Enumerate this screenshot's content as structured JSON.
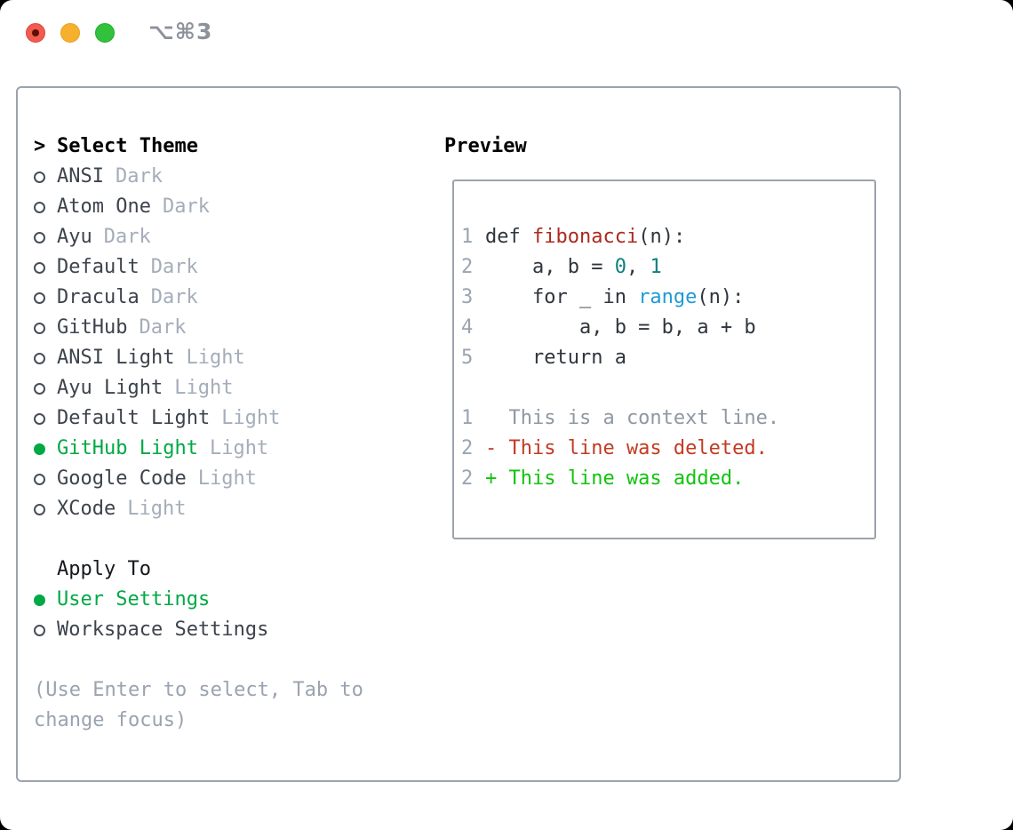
{
  "window": {
    "title": "⌥⌘3",
    "traffic_lights": {
      "close": "close-button",
      "minimize": "minimize-button",
      "zoom": "zoom-button"
    }
  },
  "theme_panel": {
    "header_marker": ">",
    "header_label": "Select Theme",
    "themes": [
      {
        "name": "ANSI",
        "tag": "Dark",
        "selected": false
      },
      {
        "name": "Atom One",
        "tag": "Dark",
        "selected": false
      },
      {
        "name": "Ayu",
        "tag": "Dark",
        "selected": false
      },
      {
        "name": "Default",
        "tag": "Dark",
        "selected": false
      },
      {
        "name": "Dracula",
        "tag": "Dark",
        "selected": false
      },
      {
        "name": "GitHub",
        "tag": "Dark",
        "selected": false
      },
      {
        "name": "ANSI Light",
        "tag": "Light",
        "selected": false
      },
      {
        "name": "Ayu Light",
        "tag": "Light",
        "selected": false
      },
      {
        "name": "Default Light",
        "tag": "Light",
        "selected": false
      },
      {
        "name": "GitHub Light",
        "tag": "Light",
        "selected": true
      },
      {
        "name": "Google Code",
        "tag": "Light",
        "selected": false
      },
      {
        "name": "XCode",
        "tag": "Light",
        "selected": false
      }
    ],
    "apply_to": {
      "label": "Apply To",
      "options": [
        {
          "name": "User Settings",
          "selected": true
        },
        {
          "name": "Workspace Settings",
          "selected": false
        }
      ]
    },
    "hint": "(Use Enter to select, Tab to change focus)"
  },
  "preview": {
    "label": "Preview",
    "lines": [
      {
        "num": "1",
        "tokens": [
          {
            "text": "def ",
            "style": "default"
          },
          {
            "text": "fibonacci",
            "style": "function"
          },
          {
            "text": "(n):",
            "style": "default"
          }
        ]
      },
      {
        "num": "2",
        "tokens": [
          {
            "text": "    a, b = ",
            "style": "default"
          },
          {
            "text": "0",
            "style": "number"
          },
          {
            "text": ", ",
            "style": "default"
          },
          {
            "text": "1",
            "style": "number"
          }
        ]
      },
      {
        "num": "3",
        "tokens": [
          {
            "text": "    for _ in ",
            "style": "default"
          },
          {
            "text": "range",
            "style": "builtin"
          },
          {
            "text": "(n):",
            "style": "default"
          }
        ]
      },
      {
        "num": "4",
        "tokens": [
          {
            "text": "        a, b = b, a + b",
            "style": "default"
          }
        ]
      },
      {
        "num": "5",
        "tokens": [
          {
            "text": "    return a",
            "style": "default"
          }
        ]
      },
      {
        "num": "",
        "tokens": []
      },
      {
        "num": "1",
        "tokens": [
          {
            "text": "  This is a context line.",
            "style": "context"
          }
        ]
      },
      {
        "num": "2",
        "tokens": [
          {
            "text": "- This line was deleted.",
            "style": "deleted"
          }
        ]
      },
      {
        "num": "2",
        "tokens": [
          {
            "text": "+ This line was added.",
            "style": "added"
          }
        ]
      }
    ]
  },
  "colors": {
    "accent_green": "#00a944",
    "added_green": "#10c40e",
    "deleted_red": "#c23b22",
    "function_red": "#ab2a1e",
    "number_teal": "#0e7e85",
    "builtin_blue": "#1f9ad6",
    "muted_gray": "#9aa3b0",
    "panel_border": "#9ba3ae"
  }
}
